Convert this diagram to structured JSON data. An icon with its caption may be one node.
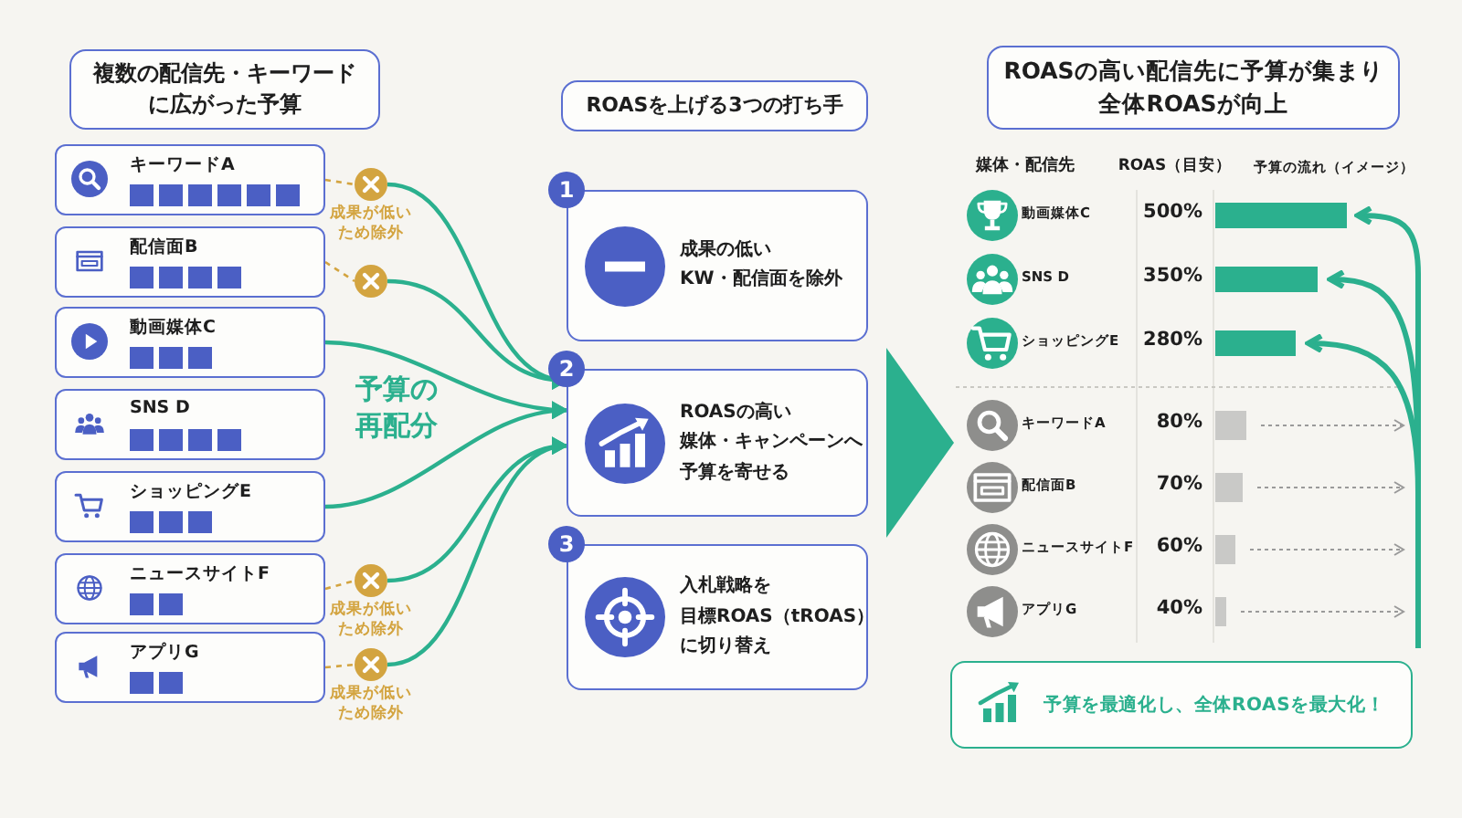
{
  "diagram": {
    "nodes": [
      {
        "text": [
          "複数の配信先・キーワードに広がった予算"
        ]
      },
      {
        "text": [
          "キーワードA"
        ]
      },
      {
        "text": [],
        "shape": "circle",
        "beside": [
          "成果が低いため除外"
        ]
      },
      {
        "text": [
          "配信面B"
        ]
      },
      {
        "text": [],
        "shape": "circle"
      },
      {
        "text": [
          "動画媒体C"
        ]
      },
      {
        "text": [
          "SNS D"
        ]
      },
      {
        "text": [
          "ショッピングE"
        ]
      },
      {
        "text": [
          "ニュースサイトF"
        ]
      },
      {
        "text": [],
        "shape": "circle",
        "beside": [
          "成果が低いため除外"
        ]
      },
      {
        "text": [
          "アプリG"
        ]
      },
      {
        "text": [],
        "shape": "circle",
        "beside": [
          "成果が低いため除外"
        ]
      },
      {
        "text": [
          "ROASを上げる3つの打ち手"
        ]
      },
      {
        "text": [
          "1",
          "成果の低いKW・配信面を除外"
        ]
      },
      {
        "text": [
          "2",
          "ROASの高い媒体・キャンペーンへ予算を寄せる"
        ]
      },
      {
        "text": [
          "3",
          "入札戦略を目標ROAS（tROAS）に切り替え"
        ]
      },
      {
        "text": [
          "ROASの高い配信先に予算が集まり全体ROASが向上"
        ]
      },
      {
        "text": [
          "予算を最適化し、全体ROASを最大化！"
        ]
      }
    ],
    "edges": [
      {
        "from": 1,
        "to": 2,
        "arrow": "none",
        "style": "dashed",
        "color": "#d3a440"
      },
      {
        "from": 3,
        "to": 4,
        "arrow": "none",
        "style": "dashed",
        "color": "#d3a440"
      },
      {
        "from": 8,
        "to": 9,
        "arrow": "none",
        "style": "dashed",
        "color": "#d3a440"
      },
      {
        "from": 10,
        "to": 11,
        "arrow": "none",
        "style": "dashed",
        "color": "#d3a440"
      },
      {
        "from": 2,
        "to": 14,
        "arrow": "to"
      },
      {
        "from": 4,
        "to": 14,
        "arrow": "to"
      },
      {
        "from": 5,
        "to": 14,
        "arrow": "to"
      },
      {
        "from": 7,
        "to": 14,
        "arrow": "to"
      },
      {
        "from": 9,
        "to": 14,
        "arrow": "to"
      },
      {
        "from": 11,
        "to": 14,
        "arrow": "to"
      },
      {
        "from": 14,
        "to": null,
        "arrow": "to",
        "style": "thick"
      }
    ],
    "labels": [
      "予算の再配分",
      "媒体・配信先",
      "ROAS（目安）",
      "予算の流れ（イメージ）",
      "動画媒体C",
      "500%",
      "SNS D",
      "350%",
      "ショッピングE",
      "280%",
      "キーワードA",
      "80%",
      "配信面B",
      "70%",
      "ニュースサイトF",
      "60%",
      "アプリG",
      "40%"
    ]
  }
}
